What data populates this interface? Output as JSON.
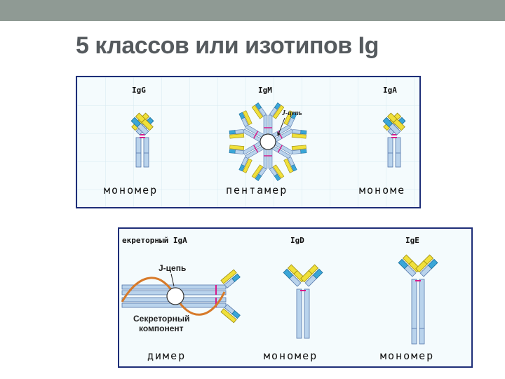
{
  "slide": {
    "title": "5 классов или изотипов Ig"
  },
  "panel_top": {
    "labels": {
      "igg": "IgG",
      "igm": "IgM",
      "iga": "IgA"
    },
    "j_chain": "J-цепь",
    "captions": {
      "left": "мономер",
      "center": "пентамер",
      "right": "мономе"
    }
  },
  "panel_bottom": {
    "labels": {
      "siga": "екреторный IgA",
      "igd": "IgD",
      "ige": "IgE"
    },
    "j_chain": "J-цепь",
    "secretory_line1": "Секреторный",
    "secretory_line2": "компонент",
    "captions": {
      "left": "димер",
      "center": "мономер",
      "right": "мономер"
    }
  },
  "colors": {
    "heavy_chain": "#b9d3ec",
    "variable_heavy": "#3aa6d8",
    "light_chain": "#f0e03a",
    "hinge": "#d81b8a",
    "secretory_component": "#d77a2a",
    "panel_border": "#1e2e78"
  }
}
